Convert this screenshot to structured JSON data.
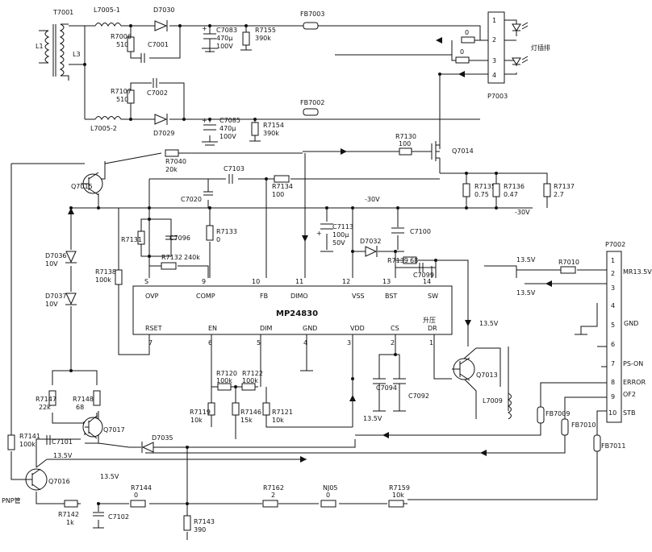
{
  "nets": {
    "v30_a": "-30V",
    "v30_b": "-30V",
    "v135_a": "13.5V",
    "v135_b": "13.5V",
    "v135_c": "13.5V",
    "v135_d": "13.5V",
    "v135_e": "13.5V",
    "v135_f": "13.5V",
    "pnp": "PNP管",
    "boost": "升压",
    "lamp": "灯插排"
  },
  "chip": {
    "name": "MP24830",
    "top_pins": [
      {
        "num": "S",
        "name": "OVP"
      },
      {
        "num": "9",
        "name": "COMP"
      },
      {
        "num": "10",
        "name": "FB"
      },
      {
        "num": "11",
        "name": "DIMO"
      },
      {
        "num": "12",
        "name": "VSS"
      },
      {
        "num": "13",
        "name": "BST"
      },
      {
        "num": "14",
        "name": "SW"
      }
    ],
    "bottom_pins": [
      {
        "num": "7",
        "name": "RSET"
      },
      {
        "num": "6",
        "name": "EN"
      },
      {
        "num": "5",
        "name": "DIM"
      },
      {
        "num": "4",
        "name": "GND"
      },
      {
        "num": "3",
        "name": "VDD"
      },
      {
        "num": "2",
        "name": "CS"
      },
      {
        "num": "1",
        "name": "DR"
      }
    ]
  },
  "connector_p7003": {
    "ref": "P7003",
    "pins": [
      "1",
      "2",
      "3",
      "4"
    ]
  },
  "connector_p7002": {
    "ref": "P7002",
    "pins": [
      "1",
      "2",
      "3",
      "4",
      "5",
      "6",
      "7",
      "8",
      "9",
      "10"
    ],
    "labels": [
      "MR13.5V",
      "GND",
      "PS-ON",
      "ERROR",
      "OF2",
      "STB"
    ]
  },
  "components": {
    "t7001": {
      "ref": "T7001"
    },
    "l1": {
      "ref": "L1"
    },
    "l3": {
      "ref": "L3"
    },
    "l7005_1": {
      "ref": "L7005-1"
    },
    "l7005_2": {
      "ref": "L7005-2"
    },
    "d7030": {
      "ref": "D7030"
    },
    "d7029": {
      "ref": "D7029"
    },
    "r7006": {
      "ref": "R7006",
      "val": "510"
    },
    "c7001": {
      "ref": "C7001"
    },
    "r7107": {
      "ref": "R7107",
      "val": "510"
    },
    "c7002": {
      "ref": "C7002"
    },
    "c7083": {
      "ref": "C7083",
      "val": "470μ",
      "val2": "100V"
    },
    "c7085": {
      "ref": "C7085",
      "val": "470μ",
      "val2": "100V"
    },
    "r7155": {
      "ref": "R7155",
      "val": "390k"
    },
    "r7154": {
      "ref": "R7154",
      "val": "390k"
    },
    "fb7003": {
      "ref": "FB7003"
    },
    "fb7002": {
      "ref": "FB7002"
    },
    "r0a": {
      "val": "0"
    },
    "r0b": {
      "val": "0"
    },
    "r7130": {
      "ref": "R7130",
      "val": "100"
    },
    "q7014": {
      "ref": "Q7014"
    },
    "r7040": {
      "ref": "R7040",
      "val": "20k"
    },
    "q7015": {
      "ref": "Q7015"
    },
    "c7103": {
      "ref": "C7103"
    },
    "r7134": {
      "ref": "R7134",
      "val": "100"
    },
    "c7020": {
      "ref": "C7020"
    },
    "r7135": {
      "ref": "R7135",
      "val": "0.75"
    },
    "r7136": {
      "ref": "R7136",
      "val": "0.47"
    },
    "r7137": {
      "ref": "R7137",
      "val": "2.7"
    },
    "r7131": {
      "ref": "R7131"
    },
    "c7096": {
      "ref": "C7096"
    },
    "r7133": {
      "ref": "R7133",
      "val": "0"
    },
    "c7113": {
      "ref": "C7113",
      "val": "100μ",
      "val2": "50V"
    },
    "c7100": {
      "ref": "C7100"
    },
    "d7032": {
      "ref": "D7032"
    },
    "r7132": {
      "ref": "R7132",
      "val": "240k"
    },
    "r7139": {
      "ref": "R7139",
      "val": "68"
    },
    "c7099": {
      "ref": "C7099"
    },
    "d7036": {
      "ref": "D7036",
      "val": "10V"
    },
    "d7037": {
      "ref": "D7037",
      "val": "10V"
    },
    "r7138": {
      "ref": "R7138",
      "val": "100k"
    },
    "r7010": {
      "ref": "R7010"
    },
    "r7120": {
      "ref": "R7120",
      "val": "100k"
    },
    "r7122": {
      "ref": "R7122",
      "val": "100k"
    },
    "r7119": {
      "ref": "R7119",
      "val": "10k"
    },
    "r7146": {
      "ref": "R7146",
      "val": "15k"
    },
    "r7121": {
      "ref": "R7121",
      "val": "10k"
    },
    "c7094": {
      "ref": "C7094"
    },
    "c7092": {
      "ref": "C7092"
    },
    "q7013": {
      "ref": "Q7013"
    },
    "l7009": {
      "ref": "L7009"
    },
    "r7147": {
      "ref": "R7147",
      "val": "22k"
    },
    "r7148": {
      "ref": "R7148",
      "val": "68"
    },
    "q7017": {
      "ref": "Q7017"
    },
    "r7141": {
      "ref": "R7141",
      "val": "100k"
    },
    "c7101": {
      "ref": "C7101"
    },
    "d7035": {
      "ref": "D7035"
    },
    "q7016": {
      "ref": "Q7016"
    },
    "r7144": {
      "ref": "R7144",
      "val": "0"
    },
    "r7142": {
      "ref": "R7142",
      "val": "1k"
    },
    "c7102": {
      "ref": "C7102"
    },
    "r7143": {
      "ref": "R7143",
      "val": "390"
    },
    "r7162": {
      "ref": "R7162",
      "val": "2"
    },
    "nj05": {
      "ref": "NJ05",
      "val": "0"
    },
    "r7159": {
      "ref": "R7159",
      "val": "10k"
    },
    "fb7009": {
      "ref": "FB7009"
    },
    "fb7010": {
      "ref": "FB7010"
    },
    "fb7011": {
      "ref": "FB7011"
    }
  }
}
